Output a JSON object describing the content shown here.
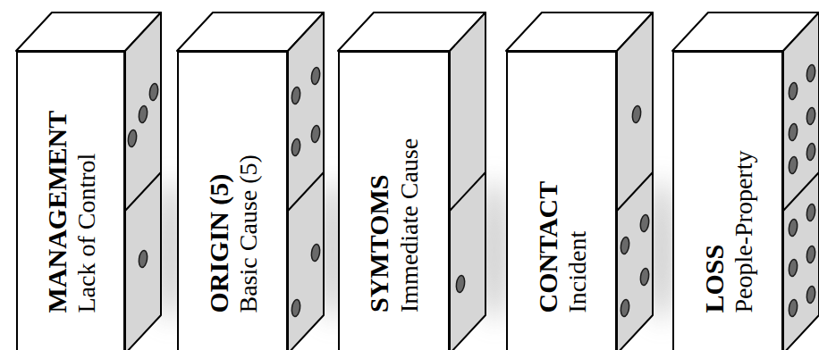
{
  "diagram": {
    "nodes": [
      {
        "text": [
          "MANAGEMENT",
          "Lack of Control"
        ]
      },
      {
        "text": [
          "ORIGIN (5)",
          "Basic Cause (5)"
        ]
      },
      {
        "text": [
          "SYMTOMS",
          "Immediate Cause"
        ]
      },
      {
        "text": [
          "CONTACT",
          "Incident"
        ]
      },
      {
        "text": [
          "LOSS",
          "People-Property"
        ]
      }
    ]
  }
}
